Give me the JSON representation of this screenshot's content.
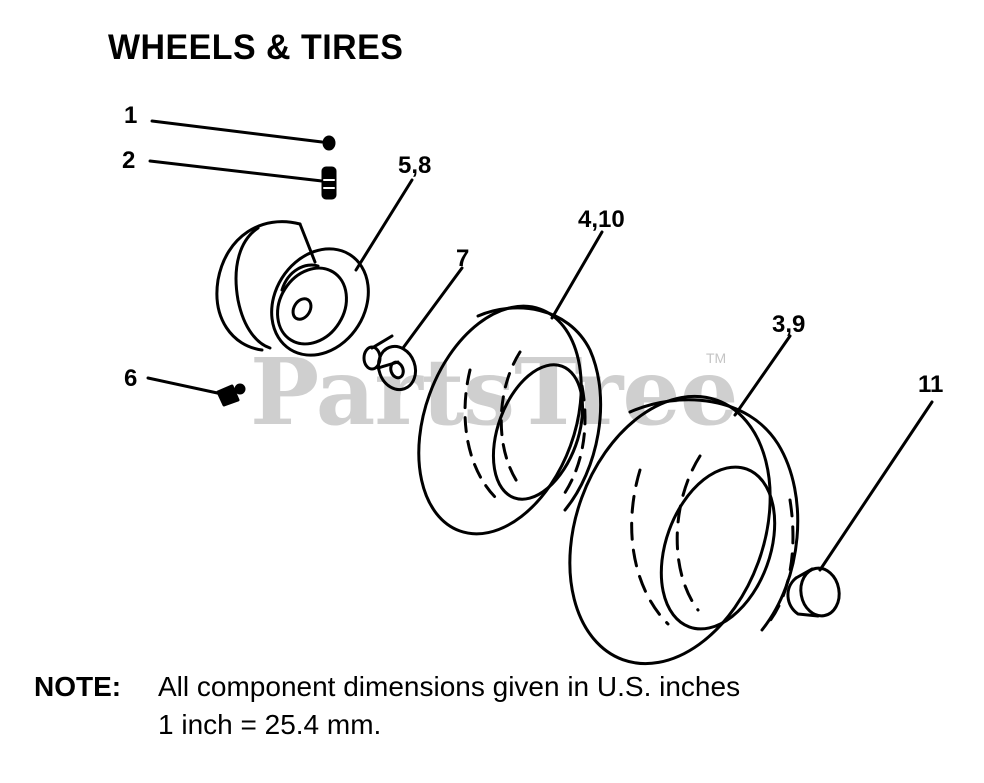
{
  "title": "WHEELS & TIRES",
  "callouts": [
    {
      "id": "c1",
      "label": "1"
    },
    {
      "id": "c2",
      "label": "2"
    },
    {
      "id": "c58",
      "label": "5,8"
    },
    {
      "id": "c410",
      "label": "4,10"
    },
    {
      "id": "c7",
      "label": "7"
    },
    {
      "id": "c39",
      "label": "3,9"
    },
    {
      "id": "c6",
      "label": "6"
    },
    {
      "id": "c11",
      "label": "11"
    }
  ],
  "note": {
    "label": "NOTE:",
    "line1": "All component dimensions given in U.S. inches",
    "line2": "1 inch = 25.4 mm."
  },
  "watermark": {
    "text": "PartsTree",
    "trademark": "TM",
    "color": "#cfcfcf"
  }
}
